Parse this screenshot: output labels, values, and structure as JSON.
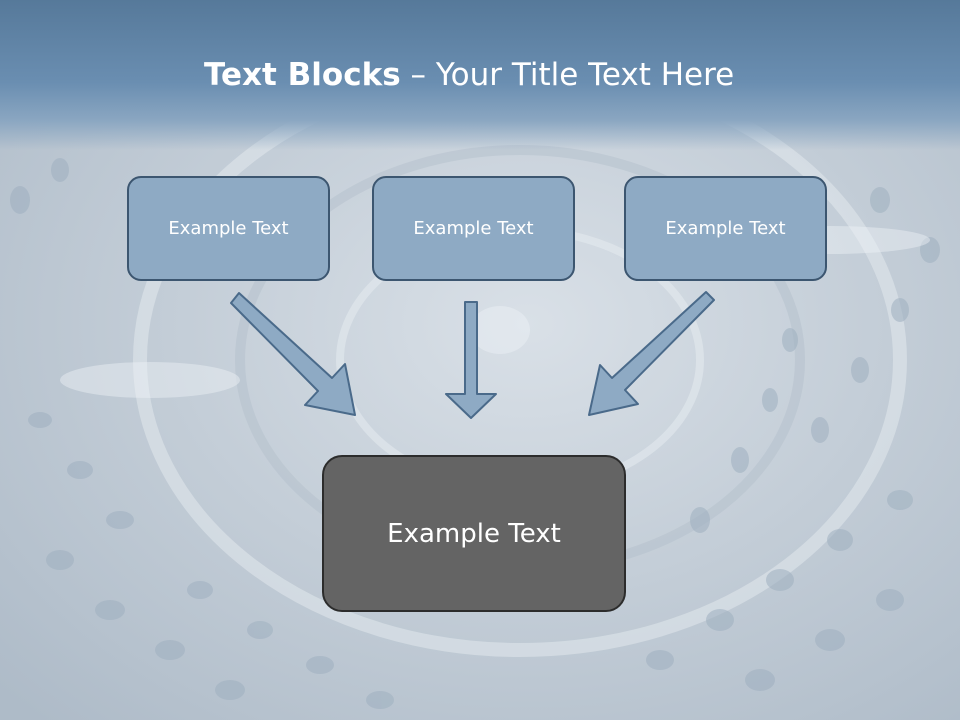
{
  "title": {
    "bold": "Text Blocks",
    "rest": " – Your Title Text Here"
  },
  "boxes": {
    "top": [
      "Example Text",
      "Example Text",
      "Example Text"
    ],
    "bottom": "Example Text"
  },
  "colors": {
    "title_band": "#6a8eb1",
    "top_box_fill": "#8eaac4",
    "top_box_border": "#3c5670",
    "bottom_box_fill": "#646464",
    "arrow_fill": "#8eaac4",
    "arrow_stroke": "#4a6a8a"
  }
}
